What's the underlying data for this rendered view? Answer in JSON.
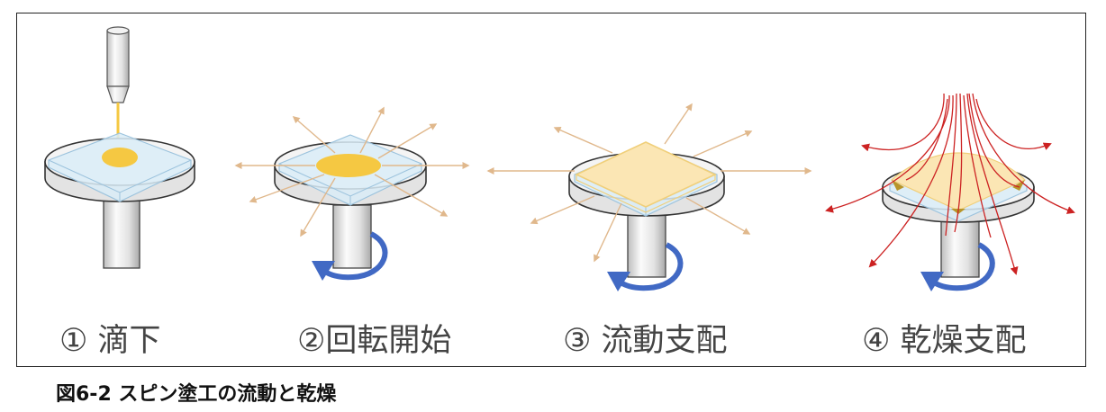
{
  "stages": [
    {
      "label": "① 滴下"
    },
    {
      "label": "②回転開始"
    },
    {
      "label": "③ 流動支配"
    },
    {
      "label": "④ 乾燥支配"
    }
  ],
  "caption": "図6-2 スピン塗工の流動と乾燥",
  "colors": {
    "substrate": "#d9ecf7",
    "coating_liquid": "#f5c842",
    "film": "#fbe6b4",
    "flow_arrow": "#e0b88c",
    "evaporation_arrow": "#cc2222",
    "rotation_arrow": "#4169c4",
    "spindle": "#e4e4e4"
  }
}
